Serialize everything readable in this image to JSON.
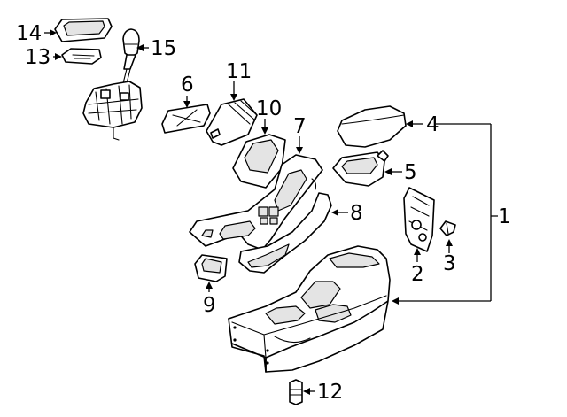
{
  "callouts": [
    {
      "id": "1",
      "text": "1"
    },
    {
      "id": "2",
      "text": "2"
    },
    {
      "id": "3",
      "text": "3"
    },
    {
      "id": "4",
      "text": "4"
    },
    {
      "id": "5",
      "text": "5"
    },
    {
      "id": "6",
      "text": "6"
    },
    {
      "id": "7",
      "text": "7"
    },
    {
      "id": "8",
      "text": "8"
    },
    {
      "id": "9",
      "text": "9"
    },
    {
      "id": "10",
      "text": "10"
    },
    {
      "id": "11",
      "text": "11"
    },
    {
      "id": "12",
      "text": "12"
    },
    {
      "id": "13",
      "text": "13"
    },
    {
      "id": "14",
      "text": "14"
    },
    {
      "id": "15",
      "text": "15"
    }
  ],
  "colors": {
    "line": "#000000",
    "background": "#ffffff",
    "shade": "#e4e4e4"
  }
}
